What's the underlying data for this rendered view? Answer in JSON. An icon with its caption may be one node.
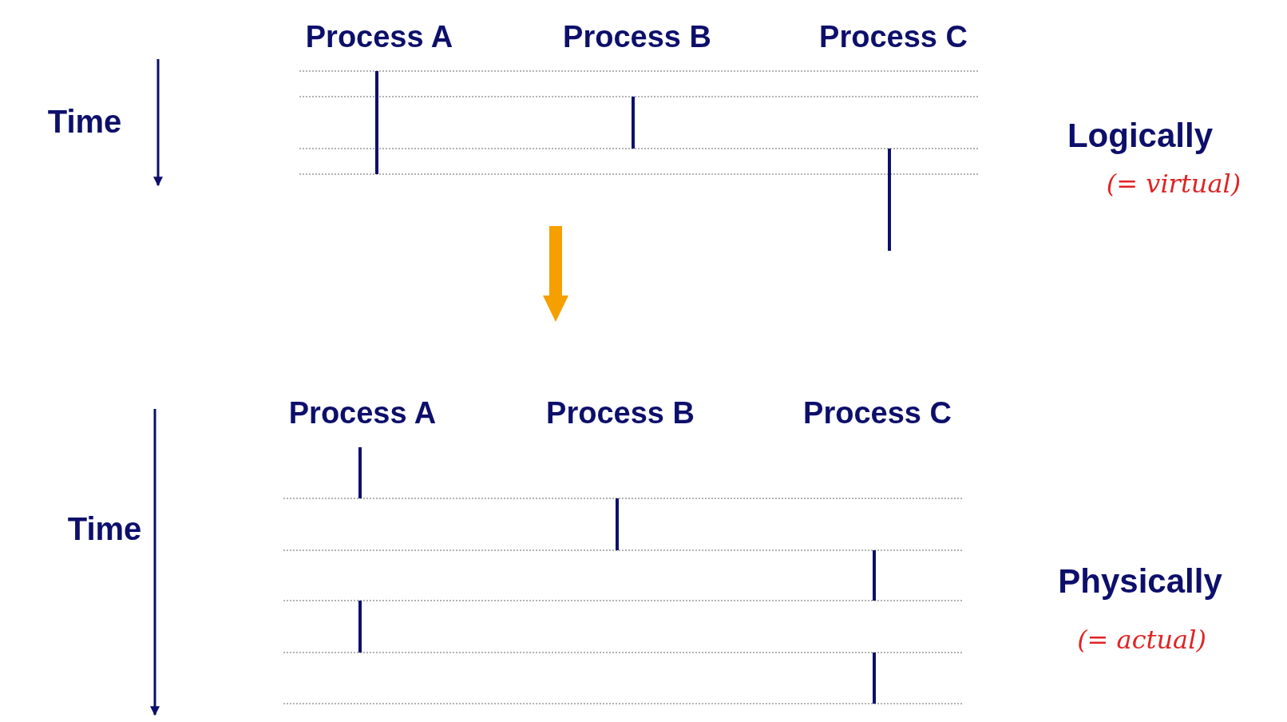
{
  "diagram": {
    "labels": [
      "Process A",
      "Process B",
      "Process C",
      "Time",
      "Logically",
      "(= virtual)",
      "Process A",
      "Process B",
      "Process C",
      "Time",
      "Physically",
      "(= actual)"
    ]
  }
}
